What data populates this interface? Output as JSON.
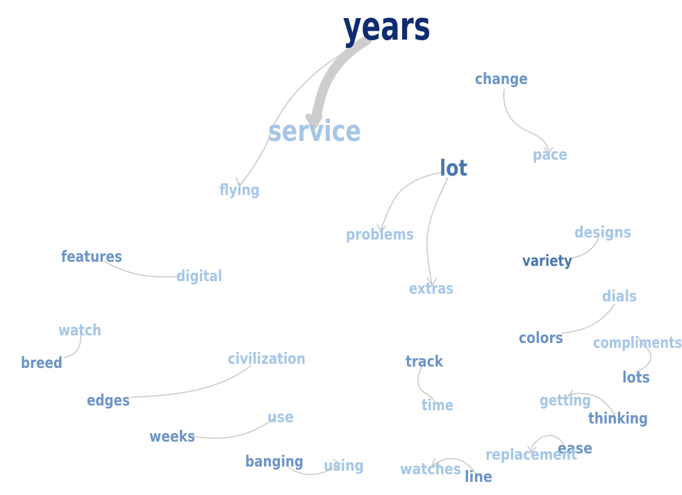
{
  "colors": {
    "darkest": "#0e2c6e",
    "dark": "#4a76ad",
    "medium": "#6b94c8",
    "light": "#a5c6e8",
    "edge": "#c8c8c8"
  },
  "nodes": {
    "years": {
      "label": "years",
      "tone": "darkest"
    },
    "service": {
      "label": "service",
      "tone": "light"
    },
    "flying": {
      "label": "flying",
      "tone": "light"
    },
    "change": {
      "label": "change",
      "tone": "medium"
    },
    "pace": {
      "label": "pace",
      "tone": "light"
    },
    "lot": {
      "label": "lot",
      "tone": "dark"
    },
    "problems": {
      "label": "problems",
      "tone": "light"
    },
    "extras": {
      "label": "extras",
      "tone": "light"
    },
    "designs": {
      "label": "designs",
      "tone": "light"
    },
    "variety": {
      "label": "variety",
      "tone": "dark"
    },
    "features": {
      "label": "features",
      "tone": "medium"
    },
    "digital": {
      "label": "digital",
      "tone": "light"
    },
    "dials": {
      "label": "dials",
      "tone": "light"
    },
    "colors": {
      "label": "colors",
      "tone": "medium"
    },
    "compliments": {
      "label": "compliments",
      "tone": "light"
    },
    "lots": {
      "label": "lots",
      "tone": "medium"
    },
    "watch": {
      "label": "watch",
      "tone": "light"
    },
    "breed": {
      "label": "breed",
      "tone": "medium"
    },
    "civilization": {
      "label": "civilization",
      "tone": "light"
    },
    "edges": {
      "label": "edges",
      "tone": "medium"
    },
    "track": {
      "label": "track",
      "tone": "medium"
    },
    "time": {
      "label": "time",
      "tone": "light"
    },
    "getting": {
      "label": "getting",
      "tone": "light"
    },
    "thinking": {
      "label": "thinking",
      "tone": "medium"
    },
    "use": {
      "label": "use",
      "tone": "light"
    },
    "weeks": {
      "label": "weeks",
      "tone": "medium"
    },
    "ease": {
      "label": "ease",
      "tone": "medium"
    },
    "replacement": {
      "label": "replacement",
      "tone": "light"
    },
    "banging": {
      "label": "banging",
      "tone": "medium"
    },
    "using": {
      "label": "using",
      "tone": "light"
    },
    "watches": {
      "label": "watches",
      "tone": "light"
    },
    "line": {
      "label": "line",
      "tone": "medium"
    }
  },
  "edges": [
    {
      "from": "years",
      "to": "service",
      "weight": "heavy"
    },
    {
      "from": "years",
      "to": "flying",
      "weight": "light"
    },
    {
      "from": "change",
      "to": "pace",
      "weight": "light"
    },
    {
      "from": "lot",
      "to": "problems",
      "weight": "light"
    },
    {
      "from": "lot",
      "to": "extras",
      "weight": "light"
    },
    {
      "from": "variety",
      "to": "designs",
      "weight": "light"
    },
    {
      "from": "features",
      "to": "digital",
      "weight": "light"
    },
    {
      "from": "colors",
      "to": "dials",
      "weight": "light"
    },
    {
      "from": "lots",
      "to": "compliments",
      "weight": "light"
    },
    {
      "from": "breed",
      "to": "watch",
      "weight": "light"
    },
    {
      "from": "edges",
      "to": "civilization",
      "weight": "light"
    },
    {
      "from": "track",
      "to": "time",
      "weight": "light"
    },
    {
      "from": "thinking",
      "to": "getting",
      "weight": "light"
    },
    {
      "from": "weeks",
      "to": "use",
      "weight": "light"
    },
    {
      "from": "ease",
      "to": "replacement",
      "weight": "light"
    },
    {
      "from": "banging",
      "to": "using",
      "weight": "light"
    },
    {
      "from": "line",
      "to": "watches",
      "weight": "light"
    }
  ]
}
